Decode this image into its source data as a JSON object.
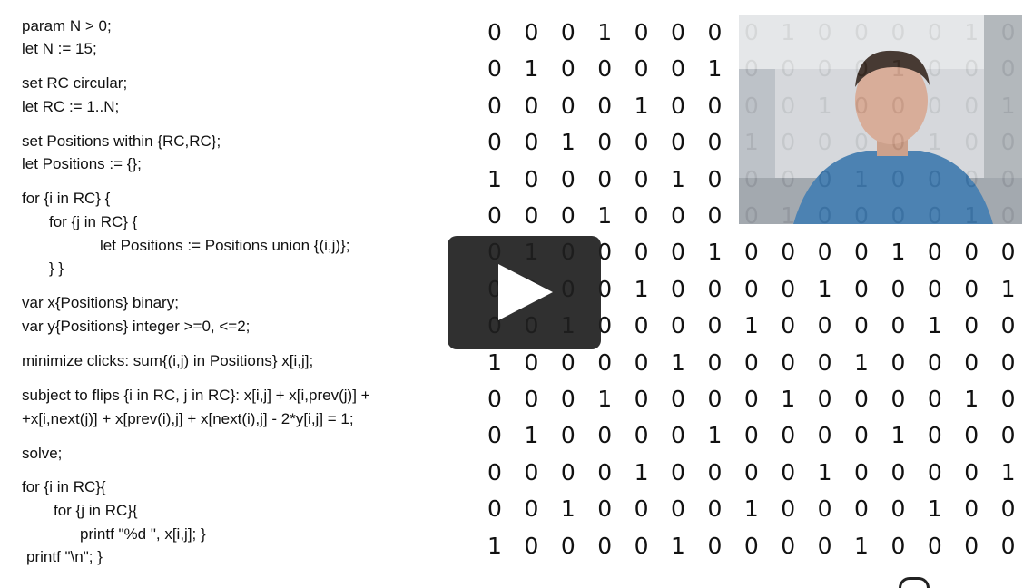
{
  "code": {
    "lines": [
      "param N > 0;",
      "let N := 15;",
      "set RC circular;",
      "let RC := 1..N;",
      "set Positions within {RC,RC};",
      "let Positions := {};",
      "for {i in RC} {",
      "for {j in RC} {",
      "let Positions := Positions union {(i,j)};",
      "} }",
      "var x{Positions} binary;",
      "var y{Positions} integer >=0, <=2;",
      "minimize clicks: sum{(i,j) in Positions} x[i,j];",
      "subject to flips {i in RC, j in RC}: x[i,j] + x[i,prev(j)] +",
      "+x[i,next(j)] + x[prev(i),j] + x[next(i),j] - 2*y[i,j] = 1;",
      "solve;",
      "for {i in RC}{",
      "for {j in RC}{",
      "printf \"%d \", x[i,j]; }",
      "printf \"\\n\"; }"
    ]
  },
  "matrix": {
    "rows": [
      "0 0 0 1 0 0 0 0 1 0 0 0 0 1 0",
      "0 1 0 0 0 0 1 0 0 0 0 1 0 0 0",
      "0 0 0 0 1 0 0 0 0 1 0 0 0 0 1",
      "0 0 1 0 0 0 0 1 0 0 0 0 1 0 0",
      "1 0 0 0 0 1 0 0 0 0 1 0 0 0 0",
      "0 0 0 1 0 0 0 0 1 0 0 0 0 1 0",
      "0 1 0 0 0 0 1 0 0 0 0 1 0 0 0",
      "0 0 0 0 1 0 0 0 0 1 0 0 0 0 1",
      "0 0 1 0 0 0 0 1 0 0 0 0 1 0 0",
      "1 0 0 0 0 1 0 0 0 0 1 0 0 0 0",
      "0 0 0 1 0 0 0 0 1 0 0 0 0 1 0",
      "0 1 0 0 0 0 1 0 0 0 0 1 0 0 0",
      "0 0 0 0 1 0 0 0 0 1 0 0 0 0 1",
      "0 0 1 0 0 0 0 1 0 0 0 0 1 0 0",
      "1 0 0 0 0 1 0 0 0 0 1 0 0 0 0"
    ]
  },
  "player": {
    "play_icon": "play-icon",
    "overlay_color": "#1e1e1e",
    "icon_color": "#ffffff"
  },
  "webcam": {
    "description_icon": "presenter-video"
  }
}
